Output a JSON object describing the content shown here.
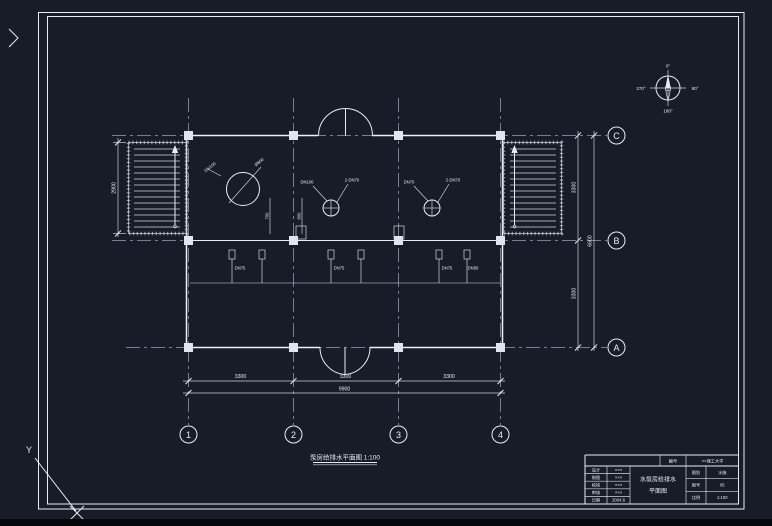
{
  "canvas": {
    "background": "#171c28",
    "line_color": "#e8edf2",
    "grid_color": "#93a1b1",
    "taskbar_color": "#05070b"
  },
  "axes": {
    "columns": [
      "1",
      "2",
      "3",
      "4"
    ],
    "rows": [
      "C",
      "B",
      "A"
    ]
  },
  "compass": {
    "top": "0°",
    "right": "90°",
    "bottom": "180°",
    "left": "270°"
  },
  "plan": {
    "title": "泵房给排水平面图 1:100",
    "annotations": {
      "t1": "DN150",
      "t2": "Ø800",
      "t3": "DN100",
      "t4": "2-DN70",
      "t5": "DN70",
      "t6": "2-DN70",
      "t7": "800",
      "t8": "700",
      "t9": "DN75",
      "t10": "DN75",
      "t11": "DN75",
      "t12": "DN50"
    }
  },
  "dims": {
    "bottom_segments": [
      "3300",
      "3300",
      "3300"
    ],
    "bottom_total": "9900",
    "right_segments": [
      "3300",
      "3300"
    ],
    "right_total": "6600",
    "left_stair": "2900"
  },
  "titleblock": {
    "strip_mid": "编号",
    "strip_right": "××理工大学",
    "rows": [
      {
        "label": "设计",
        "value": "×××"
      },
      {
        "label": "制图",
        "value": "×××"
      },
      {
        "label": "校核",
        "value": "×××"
      },
      {
        "label": "审核",
        "value": "×××"
      },
      {
        "label": "日期",
        "value": "2004.6"
      }
    ],
    "title_line1": "水泵房给排水",
    "title_line2": "平面图",
    "right_rows": [
      {
        "label": "图别",
        "value": "水施"
      },
      {
        "label": "图号",
        "value": "05"
      },
      {
        "label": "比例",
        "value": "1:100"
      }
    ]
  },
  "ucs": {
    "y_label": "Y"
  }
}
